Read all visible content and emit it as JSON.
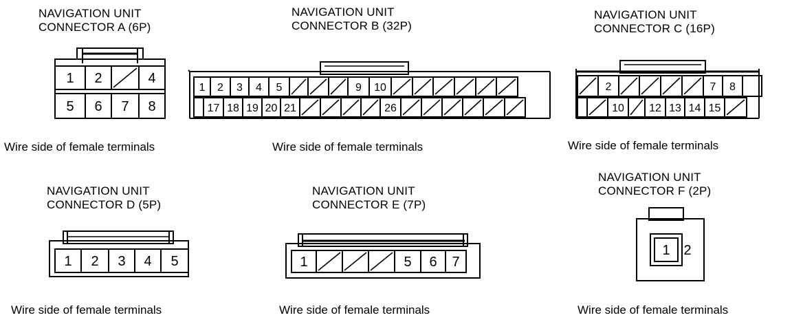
{
  "connectors": [
    {
      "id": "A",
      "title_line1": "NAVIGATION UNIT",
      "title_line2": "CONNECTOR A (6P)",
      "caption": "Wire side of female terminals",
      "rows": [
        [
          "1",
          "2",
          "/",
          "4"
        ],
        [
          "5",
          "6",
          "7",
          "8"
        ]
      ]
    },
    {
      "id": "B",
      "title_line1": "NAVIGATION UNIT",
      "title_line2": "CONNECTOR B (32P)",
      "caption": "Wire side of female terminals",
      "rows": [
        [
          "1",
          "2",
          "3",
          "4",
          "5",
          "/",
          "/",
          "/",
          "9",
          "10",
          "/",
          "/",
          "/",
          "/",
          "/",
          "/"
        ],
        [
          "",
          "17",
          "18",
          "19",
          "20",
          "21",
          "/",
          "/",
          "/",
          "/",
          "26",
          "/",
          "/",
          "/",
          "/",
          "/",
          "/"
        ]
      ]
    },
    {
      "id": "C",
      "title_line1": "NAVIGATION UNIT",
      "title_line2": "CONNECTOR C (16P)",
      "caption": "Wire side of female terminals",
      "rows": [
        [
          "/",
          "2",
          "/",
          "/",
          "/",
          "/",
          "7",
          "8",
          ""
        ],
        [
          "",
          "/",
          "10",
          "/",
          "12",
          "13",
          "14",
          "15",
          "/"
        ]
      ]
    },
    {
      "id": "D",
      "title_line1": "NAVIGATION UNIT",
      "title_line2": "CONNECTOR D (5P)",
      "caption": "Wire side of female terminals",
      "rows": [
        [
          "1",
          "2",
          "3",
          "4",
          "5"
        ]
      ]
    },
    {
      "id": "E",
      "title_line1": "NAVIGATION UNIT",
      "title_line2": "CONNECTOR E (7P)",
      "caption": "Wire side of female terminals",
      "rows": [
        [
          "1",
          "/",
          "/",
          "/",
          "5",
          "6",
          "7"
        ]
      ]
    },
    {
      "id": "F",
      "title_line1": "NAVIGATION UNIT",
      "title_line2": "CONNECTOR F (2P)",
      "caption": "Wire side of female terminals",
      "rows": [
        [
          "1",
          "2"
        ]
      ]
    }
  ]
}
